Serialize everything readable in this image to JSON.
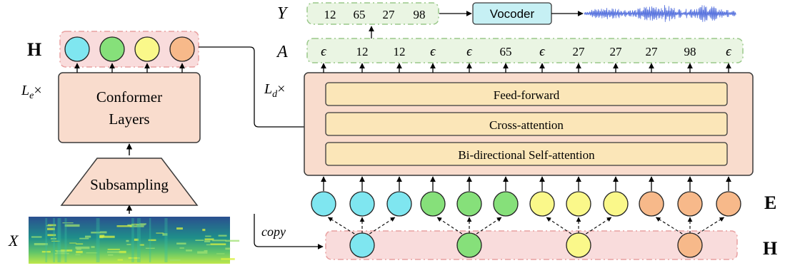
{
  "colors": {
    "block_fill": "#f9dccd",
    "block_stroke": "#3a3a3a",
    "sublayer_fill": "#fbe6b8",
    "green_box_fill": "#eaf5e3",
    "green_box_stroke": "#9ac88a",
    "pink_box_fill": "#f9dcdc",
    "pink_box_stroke": "#e8a0a0",
    "vocoder_fill": "#c6f0f4",
    "token_cyan": "#7fe6f0",
    "token_green": "#86e07a",
    "token_yellow": "#faf88a",
    "token_orange": "#f7b98a",
    "waveform": "#3c5cd8",
    "spectrogram_low": "#2a4a8a",
    "spectrogram_high": "#d8f040"
  },
  "icons": [
    "spectrogram-image",
    "waveform-image"
  ],
  "labels": {
    "X": "X",
    "H_top": "H",
    "Le": "Le",
    "Ld": "Ld",
    "times": "×",
    "Y": "Y",
    "A": "A",
    "E": "E",
    "H_bottom": "H",
    "copy": "copy"
  },
  "encoder": {
    "subsampling": "Subsampling",
    "conformer_line1": "Conformer",
    "conformer_line2": "Layers"
  },
  "decoder": {
    "feed_forward": "Feed-forward",
    "cross_attention": "Cross-attention",
    "self_attention": "Bi-directional Self-attention"
  },
  "vocoder": "Vocoder",
  "y_tokens": [
    "12",
    "65",
    "27",
    "98"
  ],
  "a_tokens": [
    "ϵ",
    "12",
    "12",
    "ϵ",
    "ϵ",
    "65",
    "ϵ",
    "27",
    "27",
    "27",
    "98",
    "ϵ"
  ]
}
